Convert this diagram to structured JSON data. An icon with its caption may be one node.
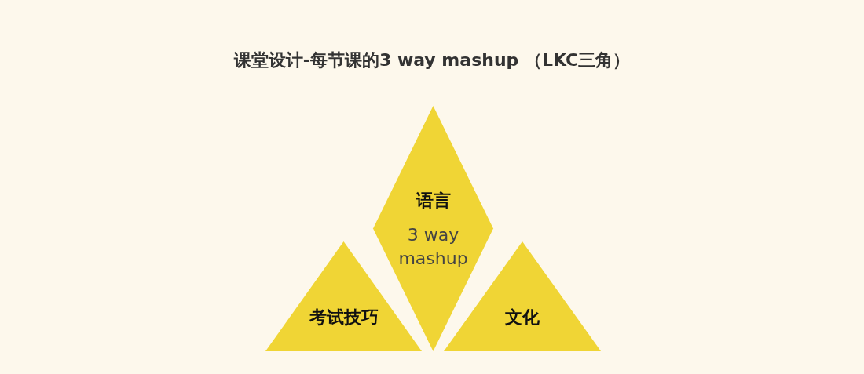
{
  "diagram": {
    "title": "课堂设计-每节课的3 way mashup （LKC三角）",
    "nodes": [
      {
        "text": [
          "语言",
          "3 way mashup"
        ]
      },
      {
        "text": [
          "考试技巧"
        ]
      },
      {
        "text": [
          "文化"
        ]
      }
    ]
  }
}
